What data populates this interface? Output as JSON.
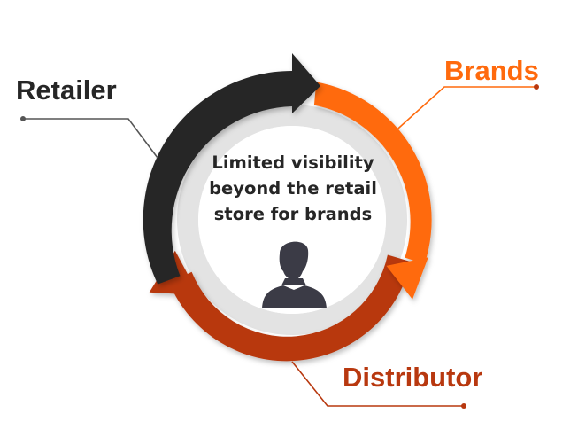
{
  "diagram": {
    "labels": {
      "retailer": "Retailer",
      "brands": "Brands",
      "distributor": "Distributor"
    },
    "center_text": [
      "Limited visibility",
      "beyond the retail",
      "store for brands"
    ],
    "center_icon": "person-icon"
  },
  "colors": {
    "retailer": "#262626",
    "brands": "#ff6a0d",
    "distributor": "#b8380f",
    "inner_ring": "#e3e3e3",
    "leader_line": "#555555",
    "person": "#3b3b46",
    "text": "#262626"
  }
}
